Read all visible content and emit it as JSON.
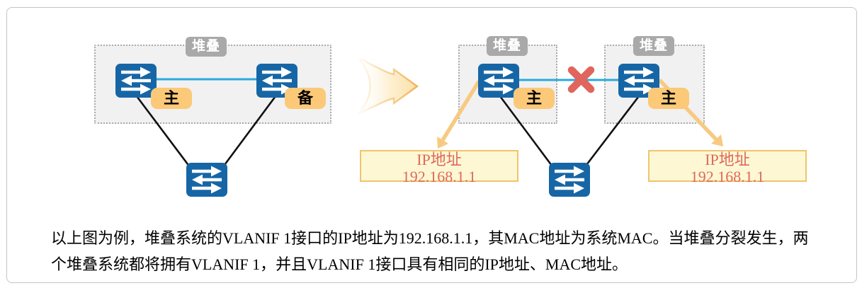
{
  "labels": {
    "stack": "堆叠",
    "master": "主",
    "backup": "备"
  },
  "ip_box": {
    "title": "IP地址",
    "value": "192.168.1.1"
  },
  "caption": "以上图为例，堆叠系统的VLANIF 1接口的IP地址为192.168.1.1，其MAC地址为系统MAC。当堆叠分裂发生，两个堆叠系统都将拥有VLANIF 1，并且VLANIF 1接口具有相同的IP地址、MAC地址。",
  "colors": {
    "switch_blue": "#1666a6",
    "link_blue": "#29a9e0",
    "label_orange": "#fbc978",
    "stack_bg": "#f1f1f1",
    "stack_border": "#ababab",
    "stack_tag_bg": "#a9a9a9",
    "x_red": "#e0655c",
    "ip_text": "#e0685e",
    "ip_box_bg": "#fdf8d3",
    "ip_box_border": "#f1c36d",
    "arrow_orange": "#f8c981",
    "wire_black": "#111111",
    "frame_border": "#c4c4c4",
    "caption_color": "#000000"
  }
}
